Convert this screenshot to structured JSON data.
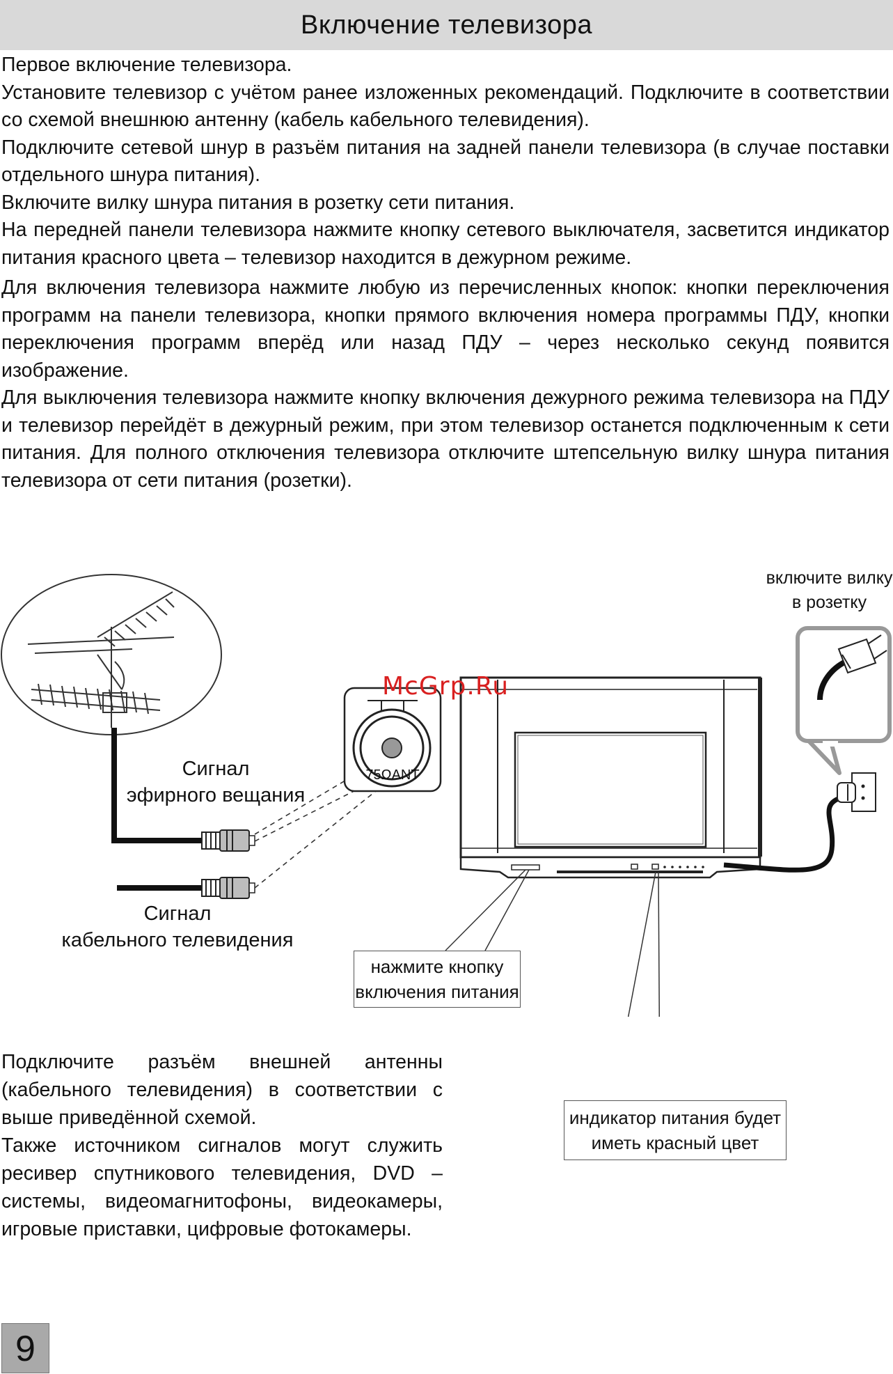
{
  "header": {
    "title": "Включение телевизора"
  },
  "intro": {
    "p1": "Первое включение телевизора.",
    "p2": "Установите телевизор с учётом ранее изложенных рекомендаций. Подключите в соответствии со схемой внешнюю антенну (кабель кабельного телевидения).",
    "p3": "Подключите сетевой шнур в разъём питания на задней панели телевизора (в случае поставки отдельного шнура питания).",
    "p4": "Включите вилку шнура питания в розетку сети питания.",
    "p5": "На передней панели телевизора нажмите кнопку сетевого выключателя, засветится индикатор питания красного цвета – телевизор находится в дежурном режиме.",
    "p6": "Для включения телевизора нажмите любую из перечисленных кнопок: кнопки переключения программ на панели телевизора, кнопки  прямого включения номера программы ПДУ, кнопки переключения программ вперёд или назад ПДУ – через несколько секунд появится изображение.",
    "p7": "Для выключения телевизора нажмите кнопку включения дежурного режима телевизора на ПДУ и телевизор перейдёт в дежурный режим, при этом телевизор останется подключенным к сети питания. Для полного отключения телевизора отключите штепсельную вилку шнура питания телевизора от сети питания (розетки)."
  },
  "diagram": {
    "signal_air": "Сигнал\nэфирного вещания",
    "signal_cable": "Сигнал\nкабельного телевидения",
    "ant_label": "75ΩANT",
    "plug_note": "включите вилку\nв розетку",
    "power_button_note": "нажмите кнопку\nвключения питания",
    "indicator_note": "индикатор питания будет\nиметь красный цвет",
    "watermark": "McGrp.Ru"
  },
  "bottom": {
    "p1": "Подключите разъём внешней антенны (кабельного телевидения) в соответствии с выше приведённой схемой.",
    "p2": "Также источником сигналов могут служить ресивер спутникового телевидения, DVD – системы, видеомагнитофоны, видеокамеры, игровые приставки, цифровые фотокамеры."
  },
  "page_number": "9"
}
